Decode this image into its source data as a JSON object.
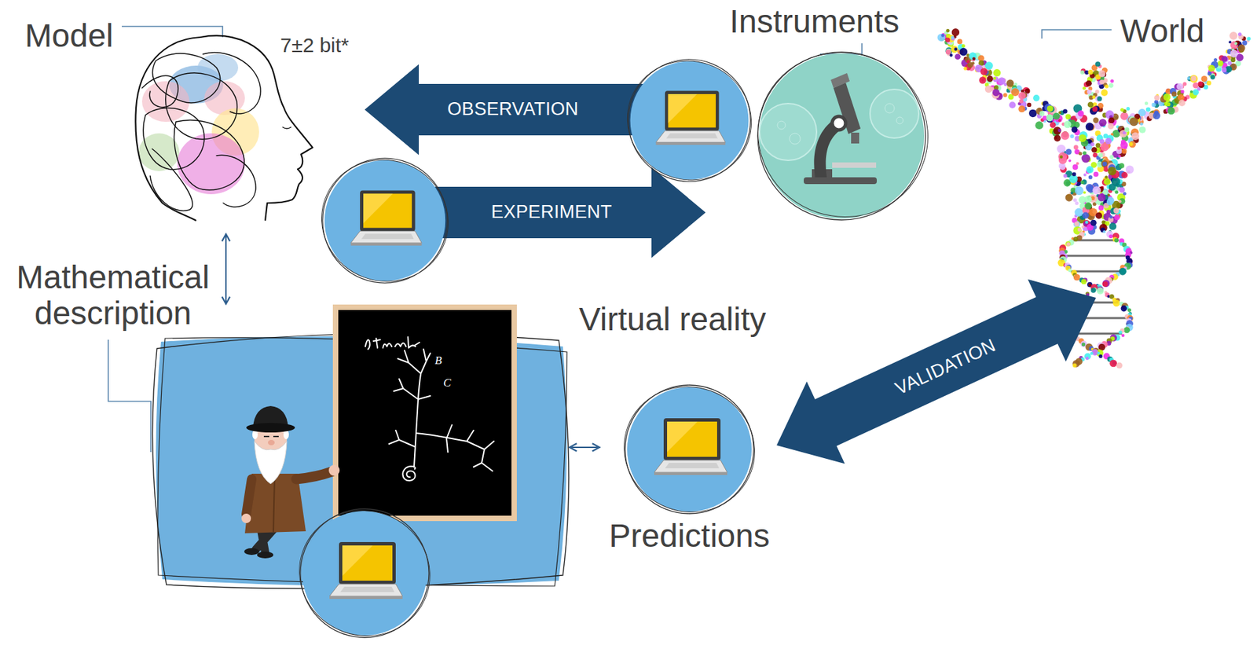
{
  "diagram": {
    "nodes": [
      {
        "text": [
          "Model"
        ]
      },
      {
        "text": [
          "Instruments"
        ]
      },
      {
        "text": [
          "World"
        ]
      },
      {
        "text": [
          "Mathematical description"
        ]
      },
      {
        "text": [
          "Predictions"
        ]
      }
    ],
    "edges": [
      {
        "from": 1,
        "to": 0,
        "arrow": "to",
        "label": "OBSERVATION"
      },
      {
        "from": 0,
        "to": 1,
        "arrow": "to",
        "label": "EXPERIMENT"
      },
      {
        "from": 0,
        "to": 3,
        "arrow": "both"
      },
      {
        "from": 3,
        "to": 4,
        "arrow": "both"
      },
      {
        "from": 4,
        "to": 2,
        "arrow": "both",
        "label": "VALIDATION"
      }
    ],
    "labels": [
      "7±2 bit*",
      "Virtual reality",
      "B",
      "C"
    ]
  }
}
